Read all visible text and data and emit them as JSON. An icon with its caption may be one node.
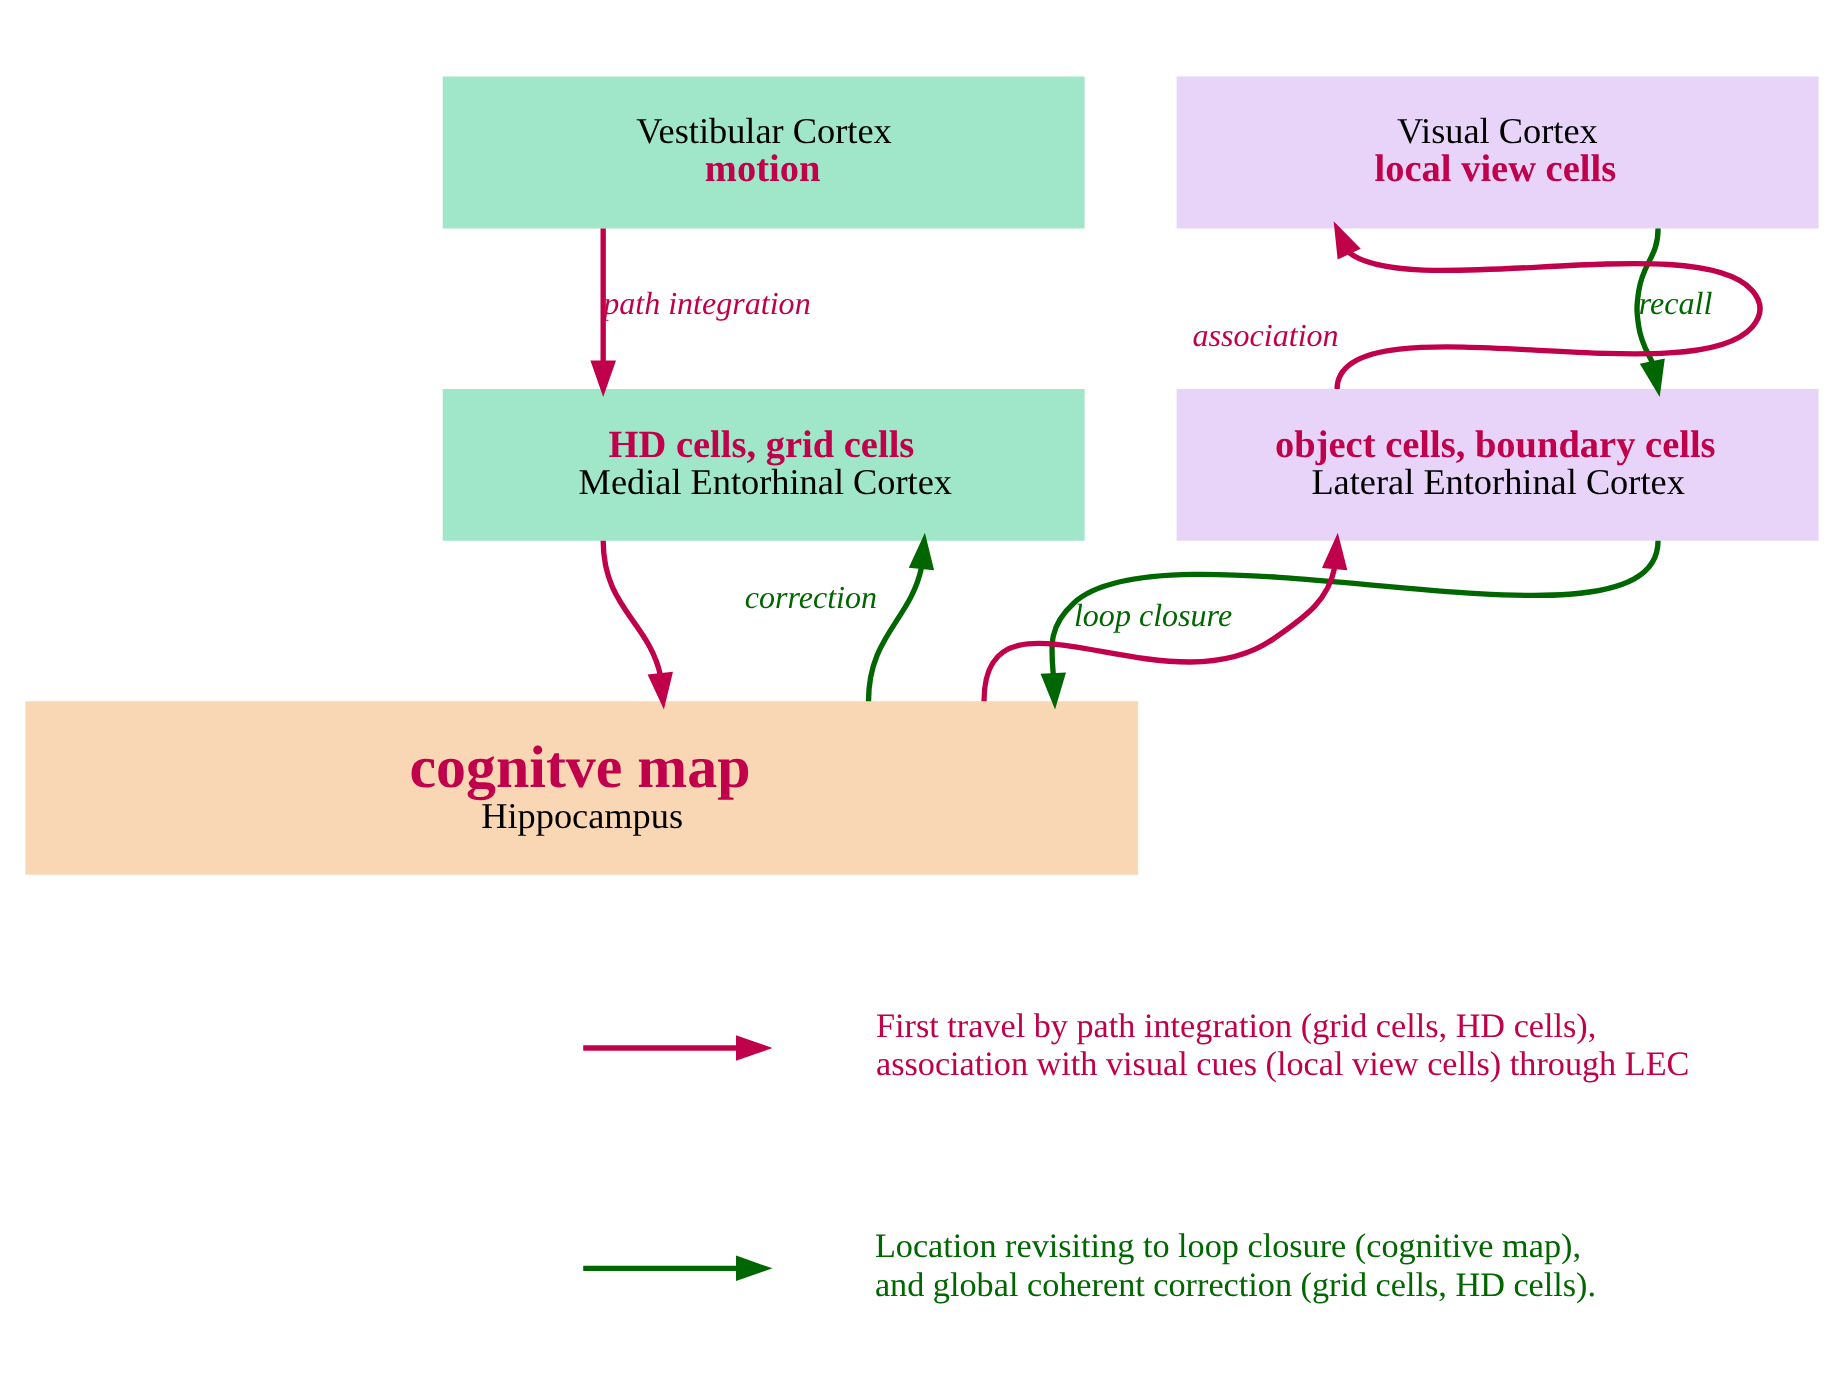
{
  "diagram": {
    "nodes": [
      {
        "text": [
          "Vestibular Cortex",
          "motion"
        ]
      },
      {
        "text": [
          "HD cells, grid cells",
          "Medial Entorhinal Cortex"
        ]
      },
      {
        "text": [
          "Visual Cortex",
          "local view cells"
        ]
      },
      {
        "text": [
          "object cells, boundary cells",
          "Lateral Entorhinal Cortex"
        ]
      },
      {
        "text": [
          "cognitve map",
          "Hippocampus"
        ]
      }
    ],
    "edges": [
      {
        "from": 0,
        "to": 1,
        "arrow": "to",
        "label": "path integration"
      },
      {
        "from": 1,
        "to": 4,
        "arrow": "to"
      },
      {
        "from": 4,
        "to": 1,
        "arrow": "to",
        "label": "correction",
        "color": "#006600"
      },
      {
        "from": 3,
        "to": 2,
        "arrow": "to",
        "label": "association"
      },
      {
        "from": 2,
        "to": 3,
        "arrow": "to",
        "label": "recall",
        "color": "#006600"
      },
      {
        "from": 4,
        "to": 3,
        "arrow": "to"
      },
      {
        "from": 3,
        "to": 4,
        "arrow": "to",
        "label": "loop closure",
        "color": "#006600"
      }
    ],
    "legend": [
      {
        "text": "First travel by path integration (grid cells, HD cells), association with visual cues (local view cells) through LEC",
        "color": "#c0004a"
      },
      {
        "text": "Location revisiting to loop closure (cognitive map), and global coherent correction (grid cells, HD cells).",
        "color": "#006600"
      }
    ]
  }
}
